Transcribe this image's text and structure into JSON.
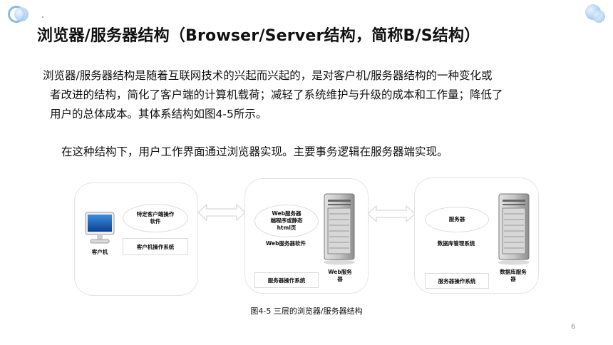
{
  "title": "浏览器/服务器结构（Browser/Server结构，简称B/S结构）",
  "paragraphs": {
    "p1_line1": "浏览器/服务器结构是随着互联网技术的兴起而兴起的，是对客户机/服务器结构的一种变化或",
    "p1_line2": "者改进的结构，简化了客户端的计算机载荷；减轻了系统维护与升级的成本和工作量；降低了",
    "p1_line3": "用户的总体成本。其体系结构如图4-5所示。",
    "p2": "在这种结构下，用户工作界面通过浏览器实现。主要事务逻辑在服务器端实现。"
  },
  "diagram": {
    "client": {
      "software": "特定客户端操作\n软件",
      "os": "客户机操作系统",
      "computer_label": "客户机"
    },
    "web_server": {
      "pages": "Web服务器\n端程序或静态\nhtml页",
      "software": "Web服务器软件",
      "os": "服务器操作系统",
      "machine_label": "Web服务\n器"
    },
    "db_server": {
      "server": "服务器",
      "dbms": "数据库管理系统",
      "os": "服务器操作系统",
      "machine_label": "数据库服务\n器"
    },
    "caption": "图4-5  三层的浏览器/服务器结构"
  },
  "page_number": "6",
  "colors": {
    "bubble": "#8bb8e8",
    "arrow": "#d8d8d8"
  },
  "icons": [
    "bubble-decoration",
    "monitor-icon",
    "server-tower-icon",
    "double-arrow-icon"
  ]
}
